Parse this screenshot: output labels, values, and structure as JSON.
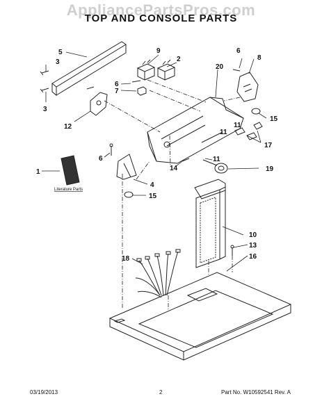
{
  "header": {
    "watermark": "AppliancePartsPros.com",
    "title": "TOP AND CONSOLE PARTS"
  },
  "diagram": {
    "callouts": [
      "5",
      "3",
      "3",
      "9",
      "2",
      "6",
      "8",
      "6",
      "7",
      "20",
      "12",
      "15",
      "11",
      "11",
      "17",
      "6",
      "14",
      "11",
      "19",
      "1",
      "4",
      "15",
      "10",
      "13",
      "18",
      "16"
    ],
    "literature_label": "Literature Parts"
  },
  "footer": {
    "date": "03/19/2013",
    "page": "2",
    "part_info": "Part No.  W10592541  Rev.  A"
  }
}
